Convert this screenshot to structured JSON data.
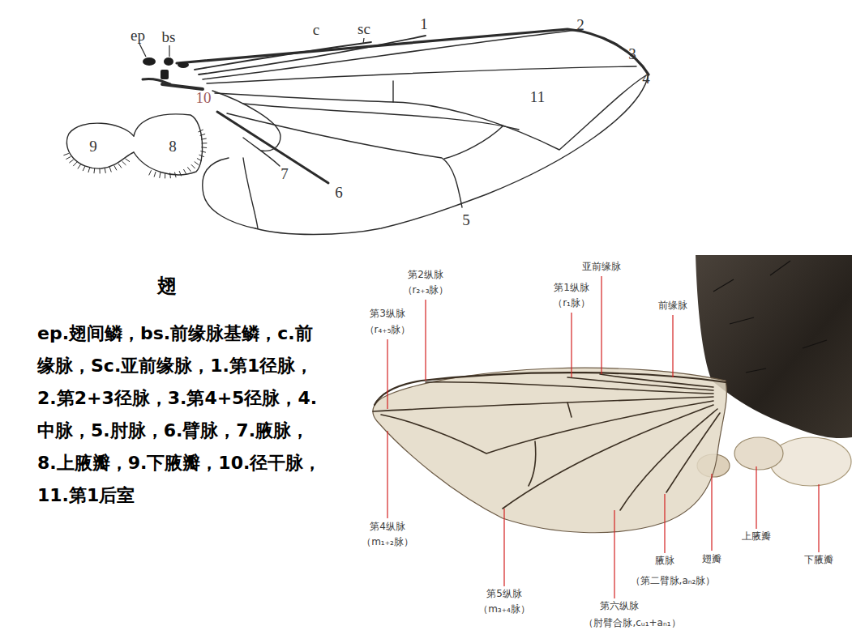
{
  "diagram": {
    "title": "翅",
    "caption": "ep.翅间鳞，bs.前缘脉基鳞，c.前缘脉，Sc.亚前缘脉，1.第1径脉，2.第2+3径脉，3.第4+5径脉，4.中脉，5.肘脉，6.臂脉，7.腋脉，8.上腋瓣，9.下腋瓣，10.径干脉，11.第1后室",
    "labels": [
      "ep",
      "bs",
      "c",
      "sc",
      "1",
      "2",
      "3",
      "4",
      "11",
      "10",
      "9",
      "8",
      "7",
      "6",
      "5",
      "第2纵脉",
      "（r₂₊₃脉）",
      "亚前缘脉",
      "第1纵脉",
      "（r₁脉）",
      "前缘脉",
      "第3纵脉",
      "（r₄₊₅脉）",
      "第4纵脉",
      "（m₁₊₂脉）",
      "第5纵脉",
      "（m₃₊₄脉）",
      "第六纵脉",
      "（肘臂合脉,cᵤ₁+aₙ₁）",
      "腋脉",
      "（第二臂脉,aₙ₂脉）",
      "翅瓣",
      "上腋瓣",
      "下腋瓣"
    ]
  }
}
